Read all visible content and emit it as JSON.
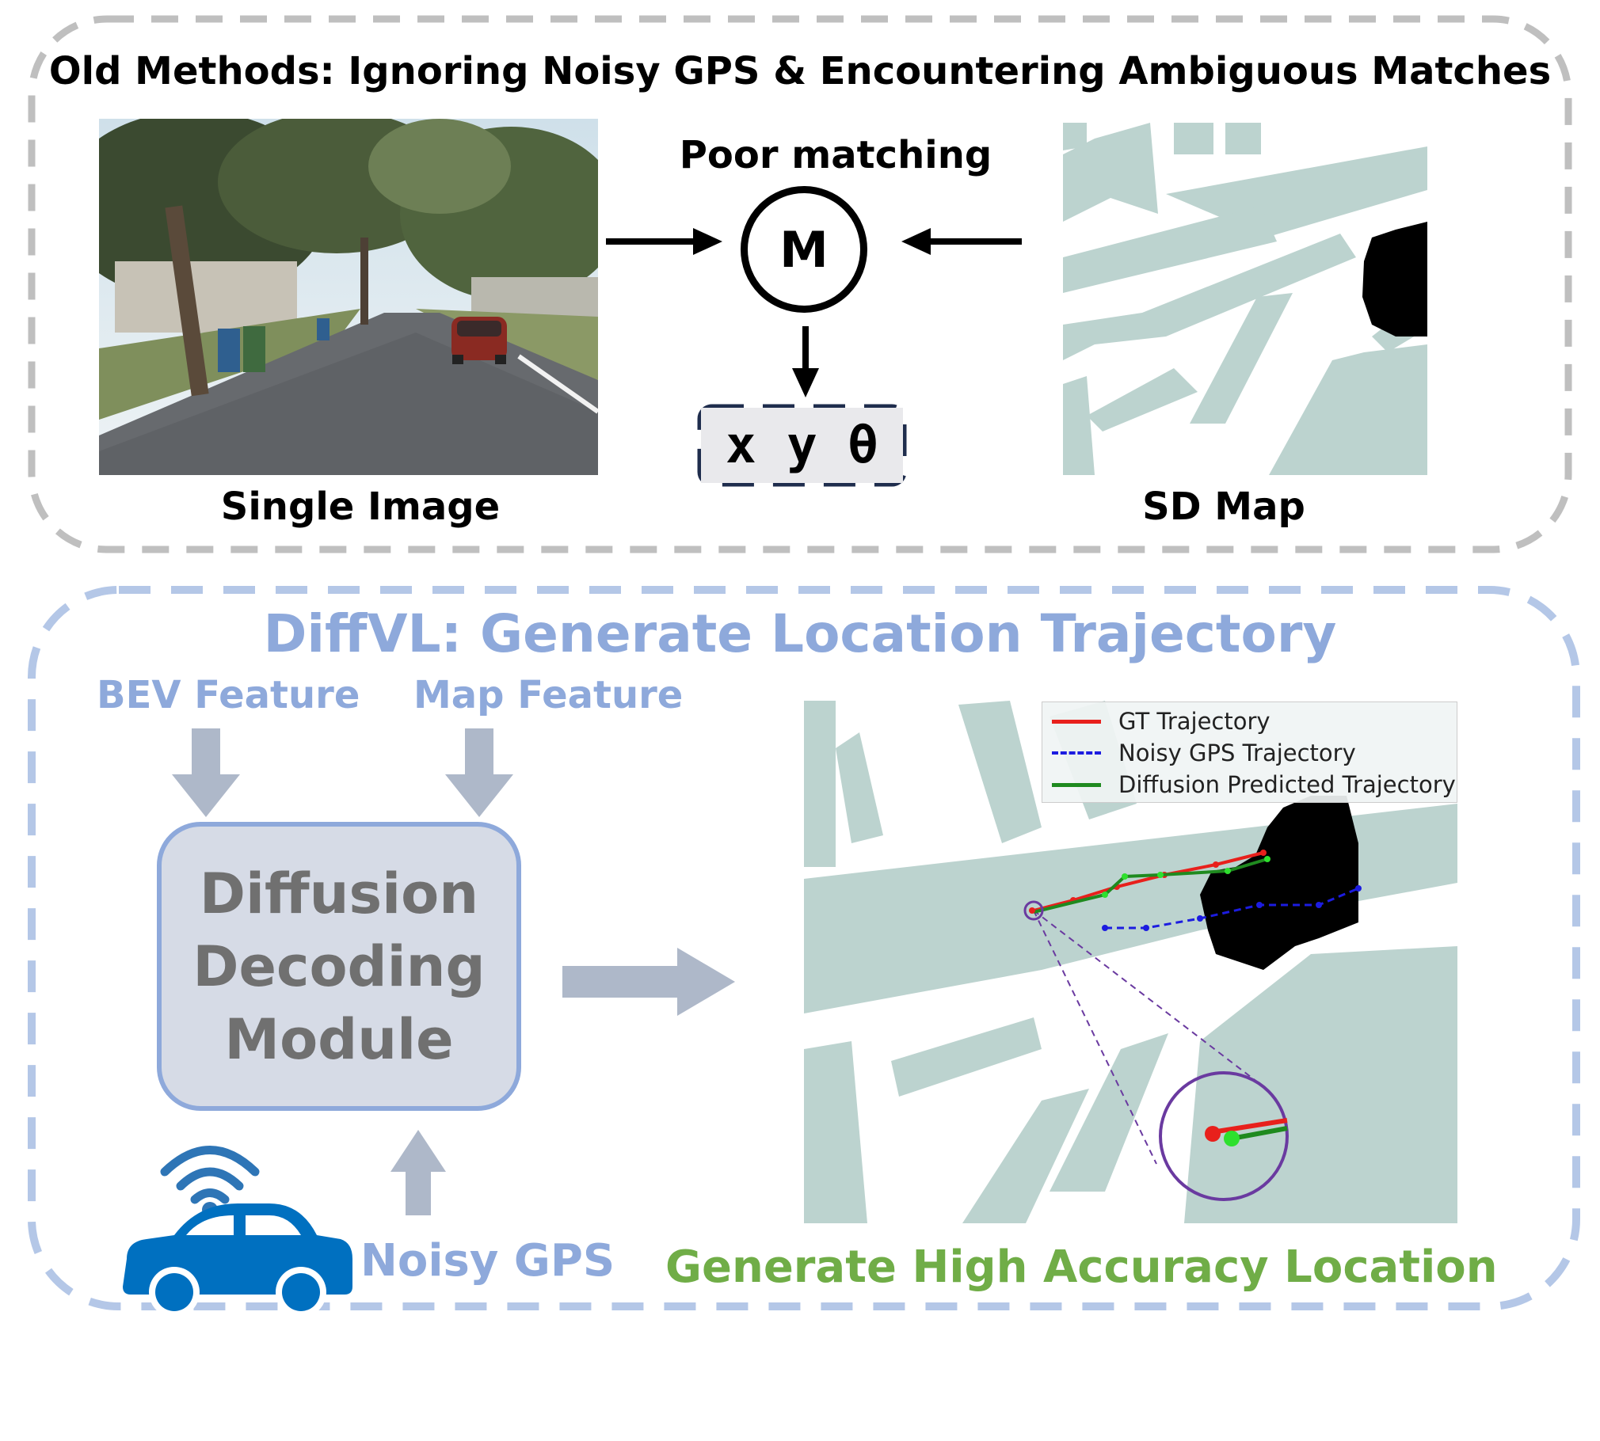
{
  "top_panel": {
    "title": "Old Methods: Ignoring Noisy GPS & Encountering Ambiguous Matches",
    "matching_label": "Poor matching",
    "matcher_symbol": "M",
    "output_pose": "x y θ",
    "image_label": "Single Image",
    "map_label": "SD Map"
  },
  "bottom_panel": {
    "title": "DiffVL: Generate Location Trajectory",
    "bev_feature": "BEV Feature",
    "map_feature": "Map Feature",
    "module_lines": [
      "Diffusion",
      "Decoding",
      "Module"
    ],
    "gps_label": "Noisy GPS",
    "result_label": "Generate High Accuracy Location"
  },
  "legend": {
    "items": [
      {
        "label": "GT Trajectory",
        "color": "#e8201c",
        "style": "solid"
      },
      {
        "label": "Noisy GPS Trajectory",
        "color": "#1c1ce0",
        "style": "dashed"
      },
      {
        "label": "Diffusion Predicted Trajectory",
        "color": "#1f8a1f",
        "style": "solid"
      }
    ]
  },
  "colors": {
    "gray_border": "#bfbfbf",
    "blue_border": "#b4c7e7",
    "blue_text": "#8ea9db",
    "green_text": "#70ad47",
    "map_block": "#bcd3cf",
    "arrow_gray": "#aeb8c9",
    "car_blue": "#0070c0",
    "zoom_circle": "#6a3aa0"
  },
  "icons": {
    "car": "car-with-signal-icon",
    "arrows": "arrow-icon"
  }
}
